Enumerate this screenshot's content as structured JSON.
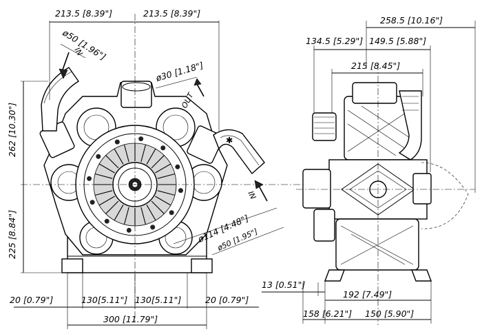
{
  "dimensions": {
    "top_left_half": "213.5 [8.39\"]",
    "top_right_half": "213.5 [8.39\"]",
    "inlet_dia_front": "ø50 [1.96\"]",
    "outlet_dia": "ø30 [1.18\"]",
    "side_height_upper": "262 [10.30\"]",
    "side_height_lower": "225 [8.84\"]",
    "shaft_dia": "ø114 [4.48\"]",
    "inlet_dia_side": "ø50 [1.95\"]",
    "bottom_left_offset": "20 [0.79\"]",
    "bottom_left_half": "130[5.11\"]",
    "bottom_right_half": "130[5.11\"]",
    "bottom_right_offset": "20 [0.79\"]",
    "bottom_total": "300 [11.79\"]",
    "right_total_width": "258.5 [10.16\"]",
    "right_left_part": "134.5 [5.29\"]",
    "right_right_part": "149.5 [5.88\"]",
    "right_mid_width": "215 [8.45\"]",
    "right_foot_small": "13 [0.51\"]",
    "right_foot_span": "192 [7.49\"]",
    "right_base_left": "158 [6.21\"]",
    "right_base_right": "150 [5.90\"]"
  },
  "labels": {
    "in_front": "IN",
    "out": "OUT",
    "in_side": "IN"
  }
}
